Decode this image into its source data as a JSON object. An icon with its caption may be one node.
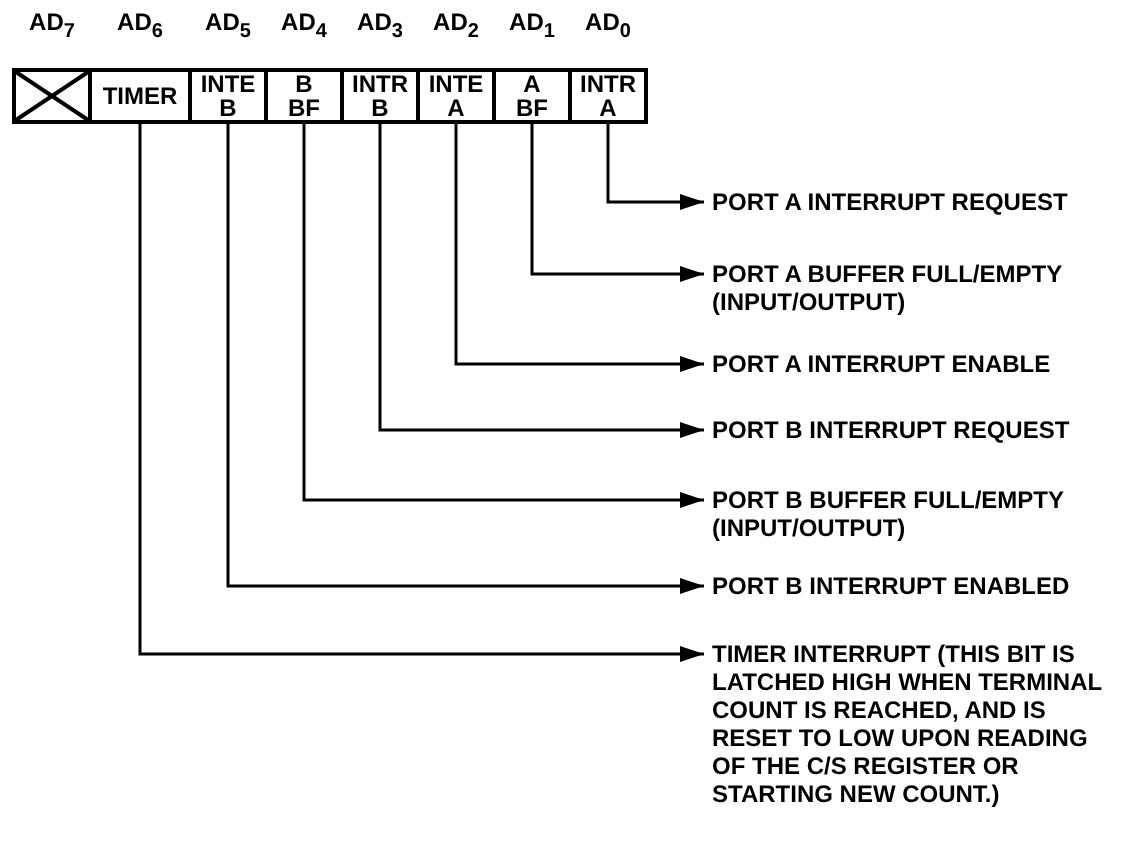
{
  "diagram": {
    "nodes": [
      {
        "text": [],
        "shape": "box"
      },
      {
        "text": [
          "TIMER"
        ]
      },
      {
        "text": [
          "INTE B"
        ]
      },
      {
        "text": [
          "B BF"
        ]
      },
      {
        "text": [
          "INTR B"
        ]
      },
      {
        "text": [
          "INTE A"
        ]
      },
      {
        "text": [
          "A BF"
        ]
      },
      {
        "text": [
          "INTR A"
        ]
      },
      {
        "text": [
          "PORT A INTERRUPT REQUEST"
        ]
      },
      {
        "text": [
          "PORT A BUFFER FULL/EMPTY (INPUT/OUTPUT)"
        ]
      },
      {
        "text": [
          "PORT A INTERRUPT ENABLE"
        ]
      },
      {
        "text": [
          "PORT B INTERRUPT REQUEST"
        ]
      },
      {
        "text": [
          "PORT B BUFFER FULL/EMPTY (INPUT/OUTPUT)"
        ]
      },
      {
        "text": [
          "PORT B INTERRUPT ENABLED"
        ]
      },
      {
        "text": [
          "TIMER INTERRUPT (THIS BIT IS LATCHED HIGH WHEN TERMINAL COUNT IS REACHED, AND IS RESET TO LOW UPON READING OF THE C/S REGISTER OR STARTING NEW COUNT.)"
        ]
      }
    ],
    "edges": [
      {
        "from": 7,
        "to": 8,
        "arrow": "to"
      },
      {
        "from": 6,
        "to": 9,
        "arrow": "to"
      },
      {
        "from": 5,
        "to": 10,
        "arrow": "to"
      },
      {
        "from": 4,
        "to": 11,
        "arrow": "to"
      },
      {
        "from": 3,
        "to": 12,
        "arrow": "to"
      },
      {
        "from": 2,
        "to": 13,
        "arrow": "to"
      },
      {
        "from": 1,
        "to": 14,
        "arrow": "to"
      }
    ],
    "labels": [
      "AD$_{7}$",
      "AD$_{6}$",
      "AD$_{5}$",
      "AD$_{4}$",
      "AD$_{3}$",
      "AD$_{2}$",
      "AD$_{1}$",
      "AD$_{0}$"
    ]
  }
}
